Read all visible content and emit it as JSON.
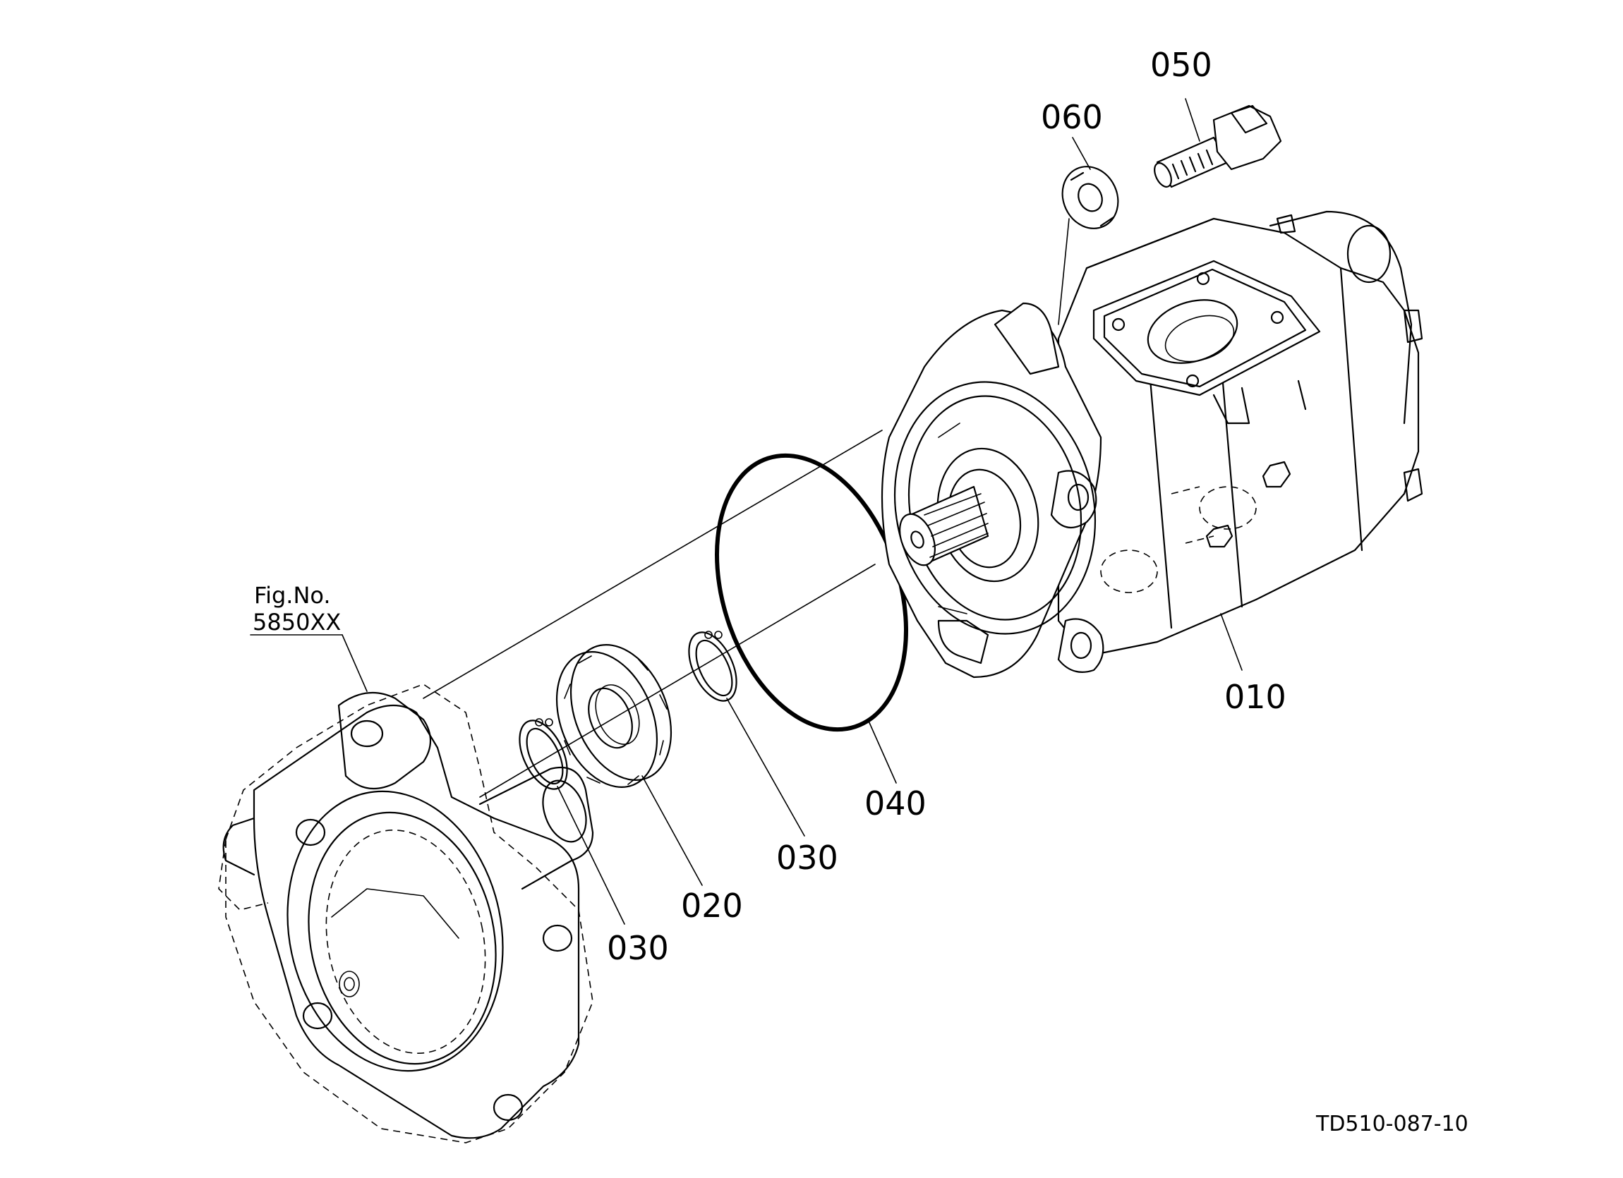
{
  "figure": {
    "reference_label": "Fig.No.",
    "reference_number": "5850XX",
    "drawing_code": "TD510-087-10"
  },
  "callouts": [
    {
      "id": "010"
    },
    {
      "id": "020"
    },
    {
      "id": "030"
    },
    {
      "id": "030"
    },
    {
      "id": "040"
    },
    {
      "id": "050"
    },
    {
      "id": "060"
    }
  ]
}
